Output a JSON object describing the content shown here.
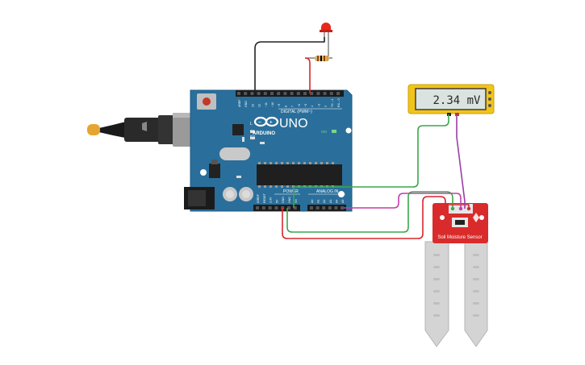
{
  "circuit": {
    "multimeter": {
      "reading": "2.34 mV"
    },
    "arduino": {
      "brand": "ARDUINO",
      "model": "UNO",
      "digital_header_label": "DIGITAL (PWM~)",
      "power_header_label": "POWER",
      "analog_header_label": "ANALOG IN",
      "on_label": "ON",
      "tx_label": "TX",
      "rx_label": "RX",
      "l_label": "L",
      "digital_pins": [
        "AREF",
        "GND",
        "13",
        "12",
        "~11",
        "~10",
        "~9",
        "8",
        "7",
        "~6",
        "~5",
        "4",
        "~3",
        "2",
        "TX→1",
        "RX←0"
      ],
      "power_pins": [
        "IOREF",
        "RESET",
        "3.3V",
        "5V",
        "GND",
        "GND",
        "Vin"
      ],
      "analog_pins": [
        "A0",
        "A1",
        "A2",
        "A3",
        "A4",
        "A5"
      ]
    },
    "sensor": {
      "label": "Soil Moisture Sensor"
    },
    "colors": {
      "board": "#2a6f9b",
      "wire_red": "#d8262c",
      "wire_green": "#3aa84a",
      "wire_purple": "#9a3ea8",
      "wire_magenta": "#c23fa8",
      "wire_black": "#222222",
      "sensor_board": "#d92b2b",
      "multimeter": "#f2c419",
      "led": "#e8281c"
    }
  }
}
